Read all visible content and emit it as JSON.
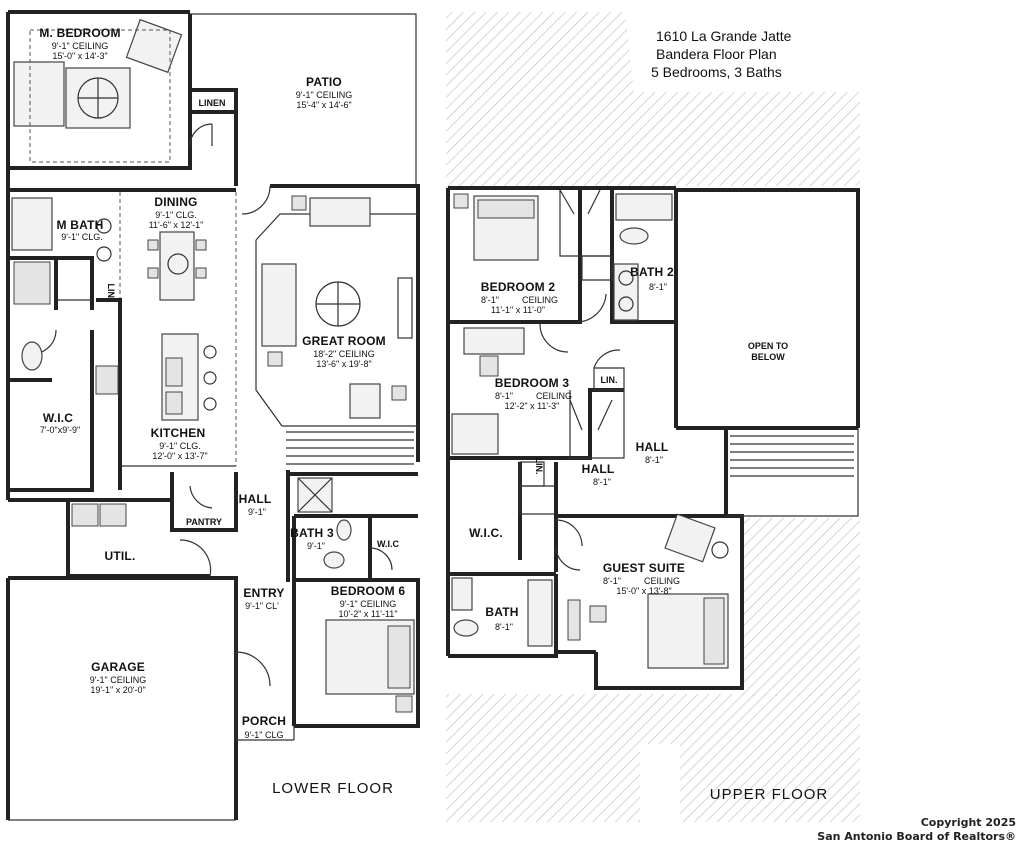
{
  "title": {
    "line1": "1610 La Grande Jatte",
    "line2": "Bandera Floor Plan",
    "line3": "5 Bedrooms, 3 Baths"
  },
  "lower_floor": {
    "label": "LOWER FLOOR",
    "rooms": {
      "m_bedroom": {
        "name": "M. BEDROOM",
        "l1": "9'-1\" CEILING",
        "l2": "15'-0\" x 14'-3\""
      },
      "patio": {
        "name": "PATIO",
        "l1": "9'-1\" CEILING",
        "l2": "15'-4\" x 14'-6\""
      },
      "linen": {
        "name": "LINEN"
      },
      "dining": {
        "name": "DINING",
        "l1": "9'-1\" CLG.",
        "l2": "11'-6\" x 12'-1\""
      },
      "m_bath": {
        "name": "M BATH",
        "l1": "9'-1\" CLG."
      },
      "lin": {
        "name": "LIN."
      },
      "great_room": {
        "name": "GREAT ROOM",
        "l1": "18'-2\" CEILING",
        "l2": "13'-6\" x 19'-8\""
      },
      "wic": {
        "name": "W.I.C",
        "l1": "7'-0\"x9'-9\""
      },
      "kitchen": {
        "name": "KITCHEN",
        "l1": "9'-1\" CLG.",
        "l2": "12'-0\" x 13'-7\""
      },
      "hall": {
        "name": "HALL",
        "l1": "9'-1\""
      },
      "pantry": {
        "name": "PANTRY"
      },
      "bath3": {
        "name": "BATH 3",
        "l1": "9'-1\""
      },
      "wic2": {
        "name": "W.I.C"
      },
      "util": {
        "name": "UTIL."
      },
      "entry": {
        "name": "ENTRY",
        "l1": "9'-1\" CL'"
      },
      "bedroom6": {
        "name": "BEDROOM 6",
        "l1": "9'-1\" CEILING",
        "l2": "10'-2\" x 11'-11\""
      },
      "garage": {
        "name": "GARAGE",
        "l1": "9'-1\" CEILING",
        "l2": "19'-1\" x 20'-0\""
      },
      "porch": {
        "name": "PORCH",
        "l1": "9'-1\" CLG"
      }
    }
  },
  "upper_floor": {
    "label": "UPPER FLOOR",
    "rooms": {
      "bedroom2": {
        "name": "BEDROOM 2",
        "l1": "8'-1\"",
        "l1b": "CEILING",
        "l2": "11'-1\" x 11'-0\""
      },
      "bath2": {
        "name": "BATH 2",
        "l1": "8'-1\""
      },
      "open": {
        "l1": "OPEN TO",
        "l2": "BELOW"
      },
      "bedroom3": {
        "name": "BEDROOM 3",
        "l1": "8'-1\"",
        "l1b": "CEILING",
        "l2": "12'-2\" x 11'-3\""
      },
      "lin": {
        "name": "LIN."
      },
      "hall_a": {
        "name": "HALL",
        "l1": "8'-1\""
      },
      "hall_b": {
        "name": "HALL",
        "l1": "8'-1\""
      },
      "lin2": {
        "name": "LIN."
      },
      "wic": {
        "name": "W.I.C."
      },
      "guest": {
        "name": "GUEST SUITE",
        "l1": "8'-1\"",
        "l1b": "CEILING",
        "l2": "15'-0\" x 13'-8\""
      },
      "bath": {
        "name": "BATH",
        "l1": "8'-1\""
      }
    }
  },
  "copyright": {
    "line1": "Copyright 2025",
    "line2": "San Antonio Board of Realtors®"
  }
}
